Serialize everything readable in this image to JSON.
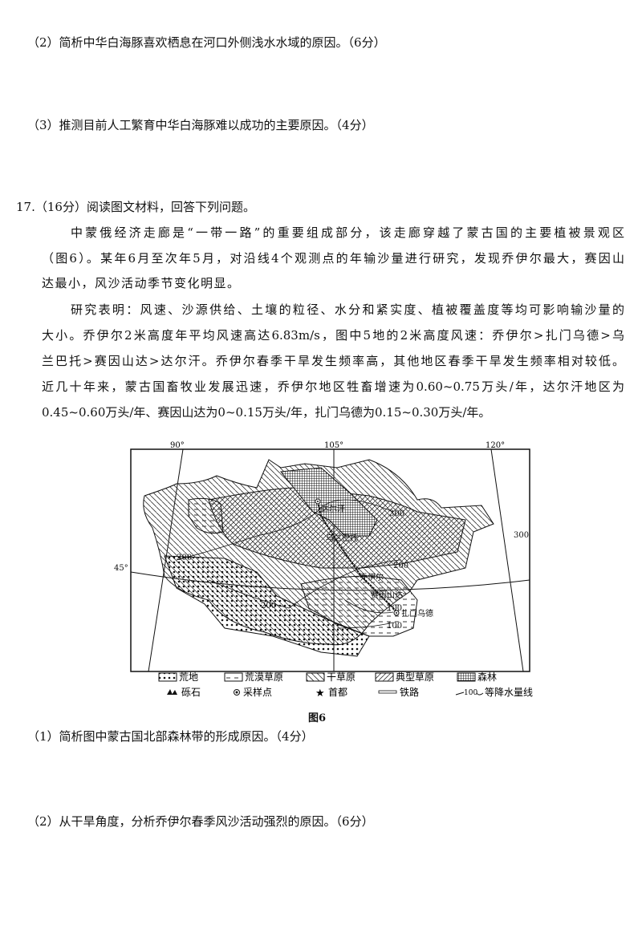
{
  "questions_top": [
    "（2）简析中华白海豚喜欢栖息在河口外侧浅水水域的原因。（6分）",
    "（3）推测目前人工繁育中华白海豚难以成功的主要原因。（4分）"
  ],
  "q17": {
    "heading": "17.（16分）阅读图文材料，回答下列问题。",
    "lines": [
      "中蒙俄经济走廊是“一带一路”的重要组成部分，该走廊穿越了蒙古国的主要植被景观区",
      "（图6）。某年6月至次年5月，对沿线4个观测点的年输沙量进行研究，发现乔伊尔最大，赛因山",
      "达最小，风沙活动季节变化明显。",
      "研究表明：风速、沙源供给、土壤的粒径、水分和紧实度、植被覆盖度等均可影响输沙量的",
      "大小。乔伊尔2米高度年平均风速高达6.83m/s，图中5地的2米高度风速：乔伊尔>扎门乌德>乌",
      "兰巴托>赛因山达>达尔汗。乔伊尔春季干旱发生频率高，其他地区春季干旱发生频率相对较低。",
      "近几十年来，蒙古国畜牧业发展迅速，乔伊尔地区牲畜增速为0.60~0.75万头/年，达尔汗地区为",
      "0.45~0.60万头/年、赛因山达为0~0.15万头/年，扎门乌德为0.15~0.30万头/年。"
    ],
    "map": {
      "longitudes": [
        "90°",
        "105°",
        "120°"
      ],
      "latitude": "45°",
      "places": [
        "达尔汗",
        "乌兰巴托",
        "乔伊尔",
        "赛因山达",
        "扎门乌德"
      ],
      "isohyets": [
        "300",
        "300",
        "300",
        "200",
        "200",
        "100",
        "100"
      ],
      "legend": [
        "荒地",
        "荒漠草原",
        "干草原",
        "典型草原",
        "森林",
        "砾石",
        "采样点",
        "首都",
        "铁路",
        "100",
        "等降水量线"
      ]
    },
    "figure_caption": "图6",
    "sub_questions": [
      "（1）简析图中蒙古国北部森林带的形成原因。（4分）",
      "（2）从干旱角度，分析乔伊尔春季风沙活动强烈的原因。（6分）"
    ]
  }
}
